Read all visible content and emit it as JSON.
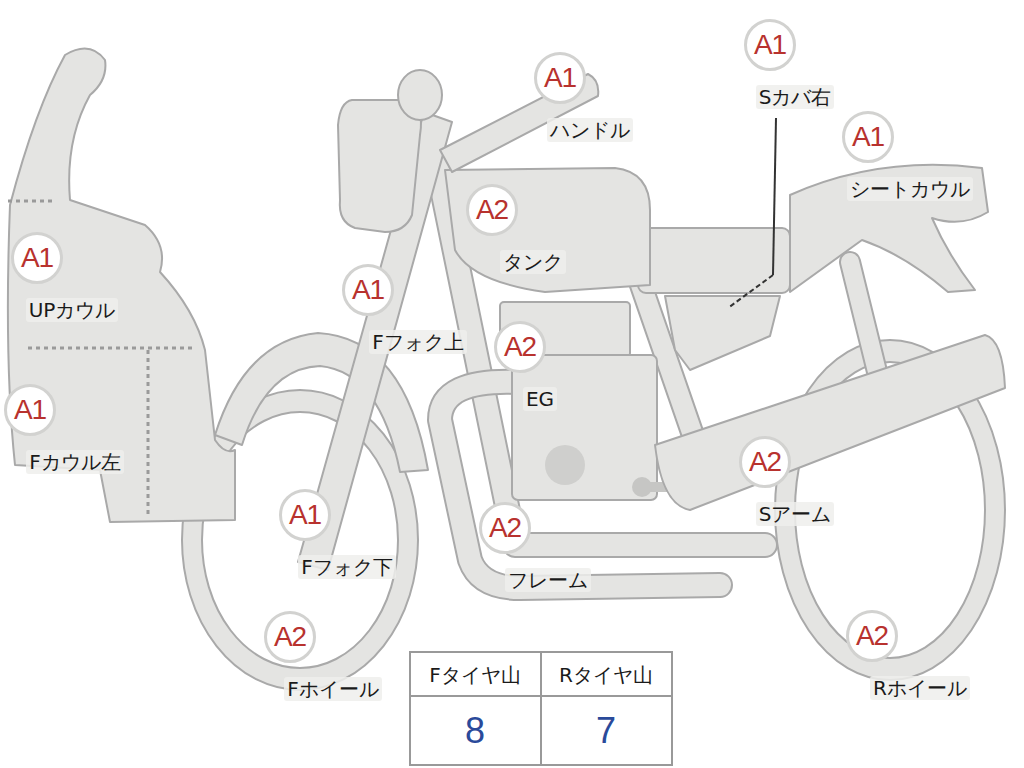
{
  "diagram": {
    "nodes": [
      {
        "text": [
          "A1",
          "Sカバ右"
        ]
      },
      {
        "text": [
          "A1",
          "ハンドル"
        ]
      },
      {
        "text": [
          "A1",
          "シートカウル"
        ]
      },
      {
        "text": [
          "A2",
          "タンク"
        ]
      },
      {
        "text": [
          "A1",
          "UPカウル"
        ]
      },
      {
        "text": [
          "A1",
          "Fフォク上"
        ]
      },
      {
        "text": [
          "A2",
          "EG"
        ]
      },
      {
        "text": [
          "A1",
          "Fカウル左"
        ]
      },
      {
        "text": [
          "A2",
          "Sアーム"
        ]
      },
      {
        "text": [
          "A1",
          "Fフォク下"
        ]
      },
      {
        "text": [
          "A2",
          "フレーム"
        ]
      },
      {
        "text": [
          "A2",
          "Fホイール"
        ]
      },
      {
        "text": [
          "A2",
          "Rホイール"
        ]
      }
    ],
    "labels": [
      "Fタイヤ山",
      "Rタイヤ山",
      "8",
      "7"
    ]
  }
}
